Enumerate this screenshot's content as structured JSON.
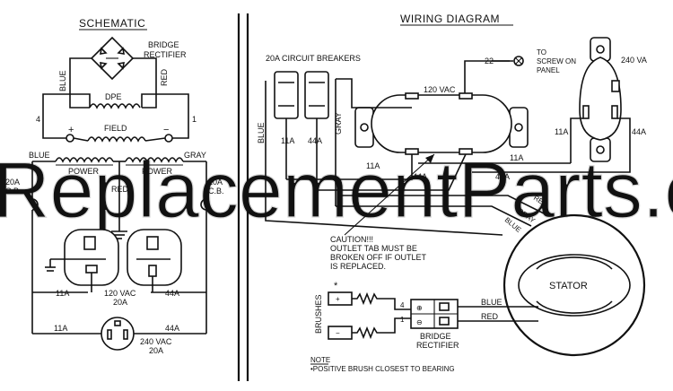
{
  "watermark": "ReplacementParts.com",
  "schematic": {
    "title": "SCHEMATIC",
    "bridge_rectifier": [
      "BRIDGE",
      "RECTIFIER"
    ],
    "blue": "BLUE",
    "red": "RED",
    "dpe": "DPE",
    "field": "FIELD",
    "terminal_4": "4",
    "terminal_1": "1",
    "plus": "+",
    "minus": "−",
    "blue_left": "BLUE",
    "gray_right": "GRAY",
    "power_1": "POWER",
    "power_2": "POWER",
    "cb_left": [
      "20A",
      "C.B."
    ],
    "cb_right": [
      "20A",
      "C.B."
    ],
    "red_mid": "RED",
    "label_11a_1": "11A",
    "label_44a_1": "44A",
    "outlet_120": [
      "120 VAC",
      "20A"
    ],
    "label_11a_2": "11A",
    "label_44a_2": "44A",
    "outlet_240": [
      "240 VAC",
      "20A"
    ]
  },
  "wiring": {
    "title": "WIRING DIAGRAM",
    "circuit_breakers": "20A CIRCUIT BREAKERS",
    "wire_22": "22",
    "screw_note": [
      "TO",
      "SCREW ON",
      "PANEL"
    ],
    "va_240": "240 VA",
    "vac_120": "120 VAC",
    "blue": "BLUE",
    "gray": "GRAY",
    "cb_11a": "11A",
    "cb_44a": "44A",
    "r_11a": "11A",
    "r_44a": "44A",
    "mid_11a_left": "11A",
    "mid_11a_right": "11A",
    "mid_44a_left": "44A",
    "mid_44a_right": "44A",
    "red": "RED",
    "gray2": "GRAY",
    "blue2": "BLUE",
    "caution": [
      "CAUTION!!!",
      "OUTLET TAB MUST BE",
      "BROKEN OFF IF OUTLET",
      "IS REPLACED."
    ],
    "stator": "STATOR",
    "brushes": "BRUSHES",
    "asterisk": "*",
    "br_4": "4",
    "br_1": "1",
    "blue_out": "BLUE",
    "red_out": "RED",
    "bridge_rectifier": [
      "BRIDGE",
      "RECTIFIER"
    ],
    "note_title": "NOTE",
    "note_text": "•POSITIVE BRUSH CLOSEST TO BEARING"
  }
}
